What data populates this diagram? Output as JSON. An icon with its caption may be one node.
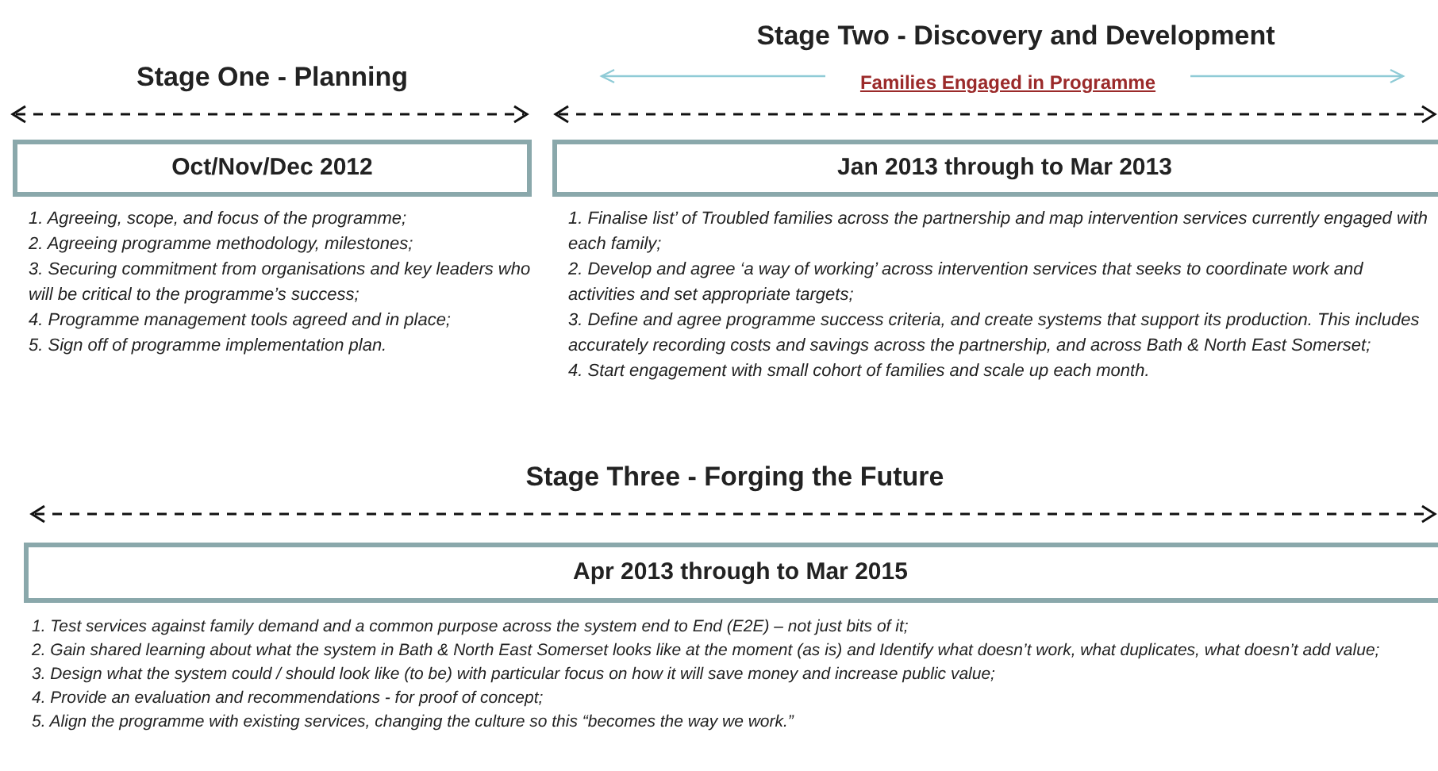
{
  "diagram": {
    "nodes": [
      {
        "text": [
          "Oct/Nov/Dec 2012"
        ]
      },
      {
        "text": [
          "Jan 2013 through to Mar 2013"
        ]
      },
      {
        "text": [
          "Apr 2013 through to Mar 2015"
        ]
      }
    ],
    "labels": [
      "Stage One - Planning",
      "Stage Two - Discovery and Development",
      "Families Engaged in Programme",
      "1. Agreeing, scope, and focus of the programme;",
      "2. Agreeing programme methodology, milestones;",
      "3. Securing commitment from organisations and key leaders who will be critical to the programme’s success;",
      "4. Programme management tools agreed and in place;",
      "5. Sign off of programme implementation plan.",
      "1. Finalise list’ of Troubled families across the partnership and map intervention services currently engaged with each family;",
      "2. Develop and agree ‘a way of working’ across intervention services that seeks to coordinate work and activities and set appropriate targets;",
      "3. Define and agree programme success criteria, and create systems that support its production. This includes accurately recording costs and savings across the partnership, and across Bath & North East Somerset;",
      "4. Start engagement with small cohort of families and scale up each month.",
      "Stage Three - Forging the Future",
      "1. Test services against family demand and a common purpose across the system end to End (E2E)  – not just bits of it;",
      "2. Gain shared learning about what the system in Bath & North East Somerset looks like at the moment (as is) and Identify what doesn’t work, what duplicates, what doesn’t add value;",
      "3. Design what the system could / should look like (to be) with particular focus on how it will save money and increase public value;",
      "4. Provide an evaluation and recommendations - for proof of concept;",
      "5. Align the programme with existing services, changing the culture so this “becomes the way we work.”"
    ]
  }
}
